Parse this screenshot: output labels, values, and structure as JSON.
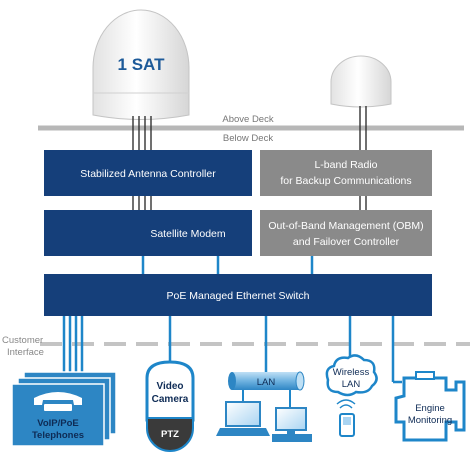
{
  "logo": {
    "text": "1 SAT"
  },
  "deck": {
    "above": "Above Deck",
    "below": "Below Deck"
  },
  "boxes": {
    "antenna_controller": "Stabilized Antenna Controller",
    "lband_line1": "L-band Radio",
    "lband_line2": "for Backup Communications",
    "satellite_modem": "Satellite Modem",
    "obm_line1": "Out-of-Band Management (OBM)",
    "obm_line2": "and Failover Controller",
    "poe_switch": "PoE Managed Ethernet Switch"
  },
  "customer_interface": {
    "line1": "Customer",
    "line2": "Interface"
  },
  "devices": {
    "voip_line1": "VoIP/PoE",
    "voip_line2": "Telephones",
    "camera_line1": "Video",
    "camera_line2": "Camera",
    "ptz": "PTZ",
    "lan": "LAN",
    "wireless_line1": "Wireless",
    "wireless_line2": "LAN",
    "engine_line1": "Engine",
    "engine_line2": "Monitoring"
  },
  "colors": {
    "navy": "#153f7a",
    "gray_box": "#8a8a8a",
    "link_blue": "#1e86c9",
    "deck_line": "#b7b7b7",
    "dome": "#f1f1f1"
  }
}
